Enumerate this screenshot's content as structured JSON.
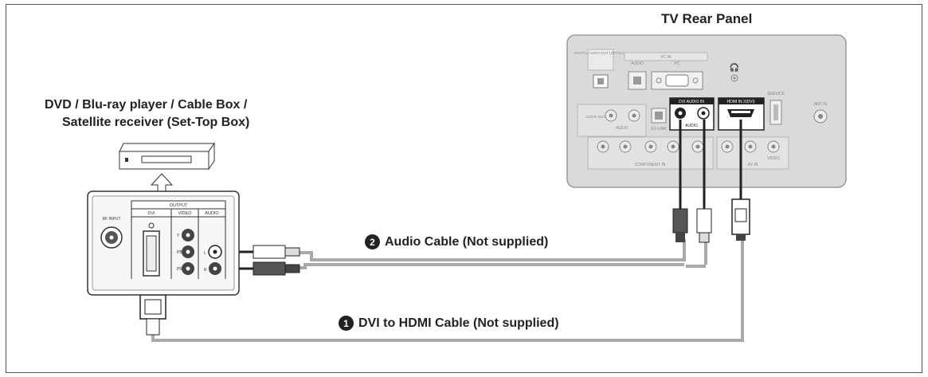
{
  "diagram": {
    "tv_title": "TV Rear Panel",
    "device_title_line1": "DVD / Blu-ray player / Cable Box /",
    "device_title_line2": "Satellite receiver (Set-Top Box)",
    "audio_cable": {
      "number": "2",
      "label": "Audio Cable (Not supplied)"
    },
    "hdmi_cable": {
      "number": "1",
      "label": "DVI to HDMI Cable (Not supplied)"
    },
    "tv_panel_labels": {
      "digital_audio_out": "DIGITAL AUDIO OUT (OPTICAL)",
      "pc_in": "PC IN",
      "pc_audio": "AUDIO",
      "pc": "PC",
      "audio_out": "AUDIO OUT",
      "audio": "AUDIO",
      "ex_link": "EX-LINK",
      "dvi_audio_in": "DVI AUDIO IN",
      "hdmi_dvi_in": "HDMI IN 2(DVI)",
      "service": "SERVICE",
      "ant_in": "ANT IN",
      "component_in": "COMPONENT IN",
      "av_in": "AV IN",
      "video": "VIDEO"
    },
    "device_panel_labels": {
      "output": "OUTPUT",
      "dvi": "DVI",
      "video": "VIDEO",
      "audio": "AUDIO",
      "rf_input": "RF INPUT",
      "y": "Y",
      "pb": "PB",
      "pr": "PR",
      "l": "L",
      "r": "R"
    },
    "colors": {
      "panel": "#d8d8d8",
      "panel_border": "#9a9a9a",
      "cable": "#a9a9a9",
      "dark": "#222222"
    }
  }
}
